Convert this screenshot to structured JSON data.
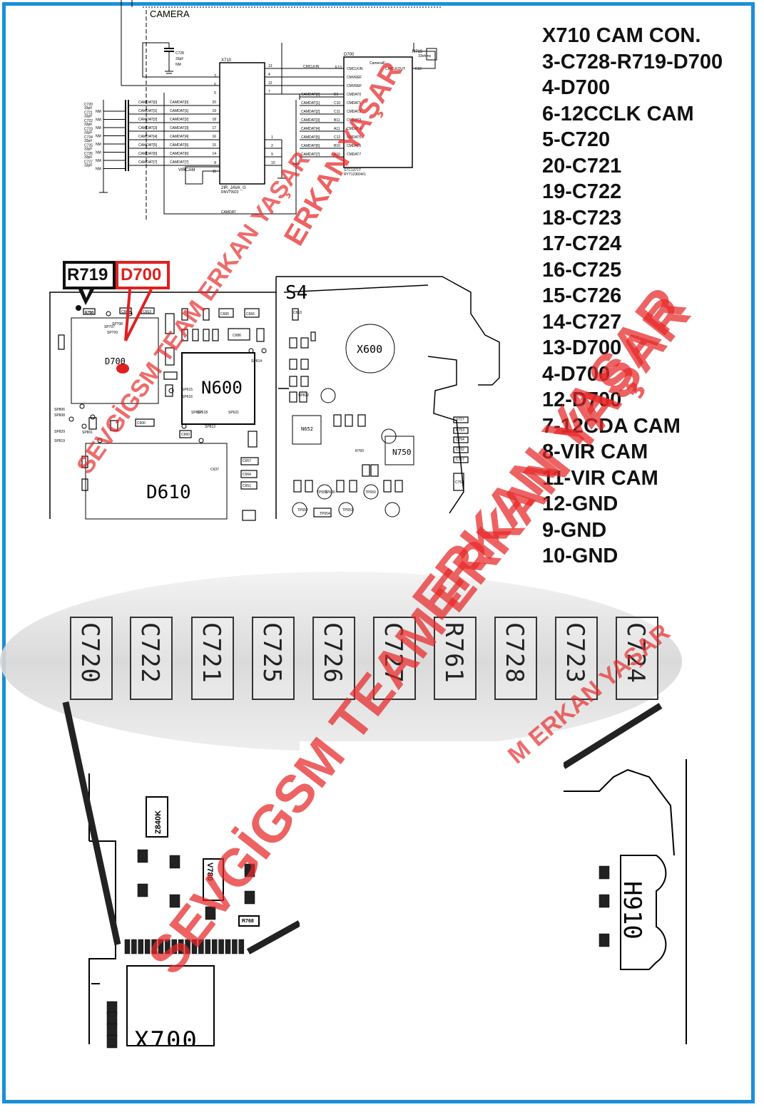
{
  "schematic": {
    "camera_label": "CAMERA",
    "x710": "X710",
    "d700": "D700",
    "camera_if": "CameraIF",
    "r719": "R719",
    "r719_value": "33ohms",
    "c728": "C728",
    "c728_value": "33pF",
    "c728_nm": "NM",
    "vircam": "VIRCAM",
    "x710_part": "2IR_JAVA_G",
    "x710_part2": "RNV79923",
    "d700_part": "STC1371T",
    "d700_part2": "RYT123604/1",
    "camdat_bottom": "CAMDAT",
    "cmclkin": "CMCLKIN",
    "cmclkout": "CMCLKOUT",
    "e12": "E12",
    "e13": "E13",
    "d700_pins": [
      "CMCLKIN",
      "CMVREF",
      "CMVREF",
      "CMDAT0",
      "CMDAT1",
      "CMDAT2",
      "CMDAT3",
      "CMDAT4",
      "CMDAT5",
      "CMDAT6",
      "CMDAT7"
    ],
    "caps": [
      "C720",
      "C721",
      "C722",
      "C723",
      "C724",
      "C725",
      "C726",
      "C727"
    ],
    "cap_value": "33pF",
    "cap_nm": "NM",
    "camdat_left": [
      "CAMDAT[0]",
      "CAMDAT[1]",
      "CAMDAT[2]",
      "CAMDAT[3]",
      "CAMDAT[4]",
      "CAMDAT[5]",
      "CAMDAT[6]",
      "CAMDAT[7]"
    ],
    "x710_left_pins": [
      "3",
      "6",
      "5",
      "20",
      "19",
      "18",
      "17",
      "16",
      "15",
      "14",
      "8",
      "11"
    ],
    "x710_right_pins": [
      "13",
      "4",
      "12",
      "7"
    ],
    "x710_right_low": [
      "1",
      "2",
      "9",
      "10"
    ],
    "camdat_right": [
      "CAMDAT[0]",
      "CAMDAT[1]",
      "CAMDAT[2]",
      "CAMDAT[3]",
      "CAMDAT[4]",
      "CAMDAT[5]",
      "CAMDAT[6]",
      "CAMDAT[7]"
    ],
    "d700_left_pins": [
      "D1",
      "C10",
      "C11",
      "B11",
      "A11",
      "C12",
      "B10",
      "A10"
    ]
  },
  "pcb_top": {
    "callout_r719": "R719",
    "callout_d700": "D700",
    "s4": "S4",
    "x600": "X600",
    "n600": "N600",
    "d610": "D610",
    "d700_label": "D700",
    "n750": "N750",
    "n652": "N652",
    "small_parts": [
      "R718",
      "C663",
      "C653",
      "C665",
      "C666",
      "C686",
      "C663",
      "SP707",
      "SP708",
      "SP709",
      "SP806",
      "SP808",
      "SP829",
      "SP819",
      "SP801",
      "C600",
      "SP615",
      "SP616",
      "SP617",
      "SP618",
      "SP813",
      "SP814",
      "SP621",
      "C660",
      "C657",
      "C664",
      "C651",
      "C637",
      "SP822",
      "TP600",
      "TP650",
      "TP651",
      "TP652",
      "TP653",
      "TP654",
      "V717",
      "R753",
      "C754",
      "C752",
      "C757",
      "C753",
      "R760",
      "C750"
    ]
  },
  "zoom": {
    "components": [
      "C720",
      "C722",
      "C721",
      "C725",
      "C726",
      "C727",
      "R761",
      "C728",
      "C723",
      "C724"
    ]
  },
  "pcb_bottom": {
    "x700": "X700",
    "h910": "H910",
    "parts": [
      "Z840K",
      "V780",
      "R768"
    ]
  },
  "notes": [
    "X710 CAM CON.",
    "3-C728-R719-D700",
    "4-D700",
    "6-12CCLK CAM",
    "5-C720",
    "20-C721",
    "19-C722",
    "18-C723",
    "17-C724",
    "16-C725",
    "15-C726",
    "14-C727",
    "13-D700",
    "4-D700",
    "12-D700",
    "7-12CDA CAM",
    "8-VIR CAM",
    "11-VIR CAM",
    "12-GND",
    "9-GND",
    "10-GND"
  ],
  "watermarks": {
    "main": "SEVGİGSM TEAM ERKAN YAŞAR",
    "top": "ERKAN YAŞAR",
    "right": "ERKAN YAŞAR",
    "mid": "SEVGİGSM TEAM ERKAN YAŞAR",
    "lower": "M ERKAN YAŞAR"
  },
  "colors": {
    "border": "#1a8fd8",
    "watermark": "#e62828",
    "callout_red": "#e02020"
  }
}
